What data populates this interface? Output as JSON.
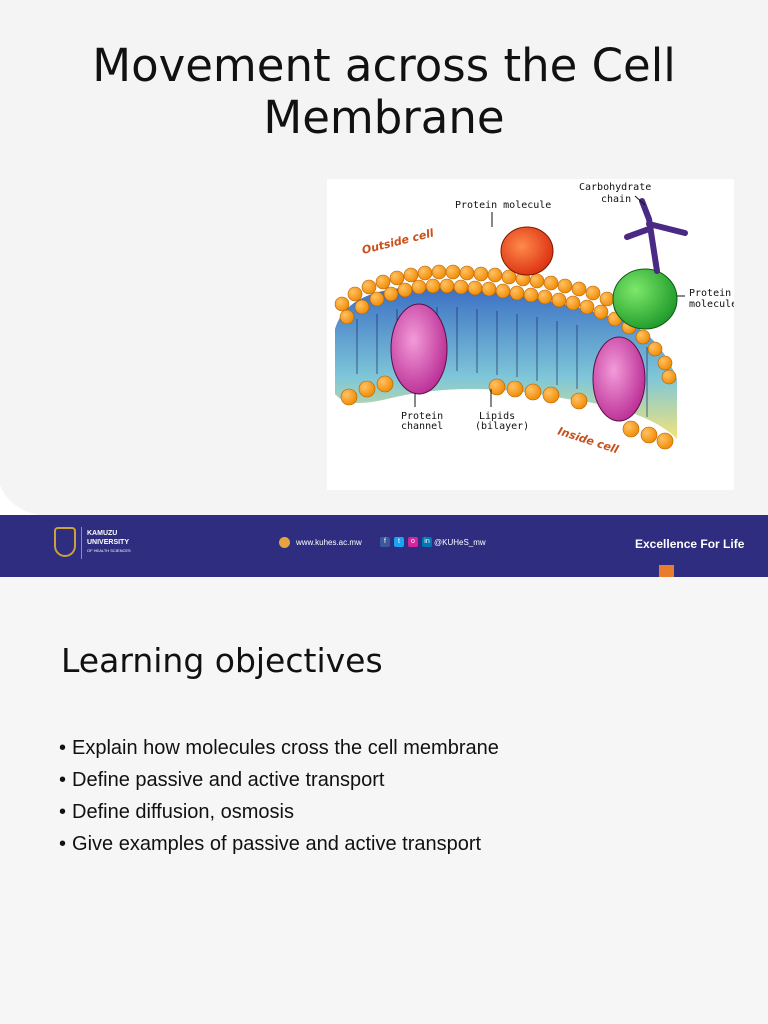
{
  "slide1": {
    "title_line1": "Movement across the Cell",
    "title_line2": "Membrane",
    "diagram": {
      "labels": {
        "carbohydrate_chain": [
          "Carbohydrate",
          "chain"
        ],
        "protein_molecule_top": "Protein molecule",
        "protein_molecule_right": [
          "Protein",
          "molecule"
        ],
        "outside_cell": "Outside cell",
        "inside_cell": "Inside cell",
        "protein_channel": [
          "Protein",
          "channel"
        ],
        "lipids": [
          "Lipids",
          "(bilayer)"
        ]
      }
    },
    "footer": {
      "university_line1": "KAMUZU",
      "university_line2": "UNIVERSITY",
      "university_line3": "OF HEALTH SCIENCES",
      "website": "www.kuhes.ac.mw",
      "social_handle": "@KUHeS_mw",
      "tagline": "Excellence For Life",
      "colors": {
        "bar": "#2e2d7f",
        "accent": "#e97c2d"
      }
    }
  },
  "slide2": {
    "title": "Learning objectives",
    "objectives": [
      "Explain how molecules cross the cell membrane",
      "Define passive and active transport",
      "Define diffusion, osmosis",
      "Give examples of passive and active transport"
    ]
  }
}
